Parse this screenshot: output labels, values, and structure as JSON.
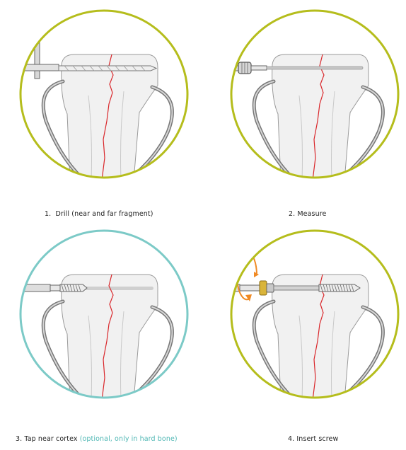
{
  "steps": [
    {
      "number": "1.",
      "label": "Drill (near and far fragment)",
      "note": "",
      "ring_color": "#b5bd1c"
    },
    {
      "number": "2.",
      "label": "Measure",
      "note": "",
      "ring_color": "#b5bd1c"
    },
    {
      "number": "3.",
      "label": "Tap near cortex",
      "note": "(optional, only in hard bone)",
      "ring_color": "#7ccac7"
    },
    {
      "number": "4.",
      "label": "Insert screw",
      "note": "",
      "ring_color": "#b5bd1c"
    }
  ],
  "colors": {
    "fracture": "#d9262a",
    "bone": "#f1f1f1",
    "bone_outline": "#999999",
    "forceps": "#777777",
    "rotation_arrow": "#f08a24"
  },
  "icons": [
    "drill-bit-icon",
    "depth-gauge-icon",
    "tap-icon",
    "screw-icon",
    "rotation-arrow-icon",
    "reduction-forceps-icon"
  ]
}
